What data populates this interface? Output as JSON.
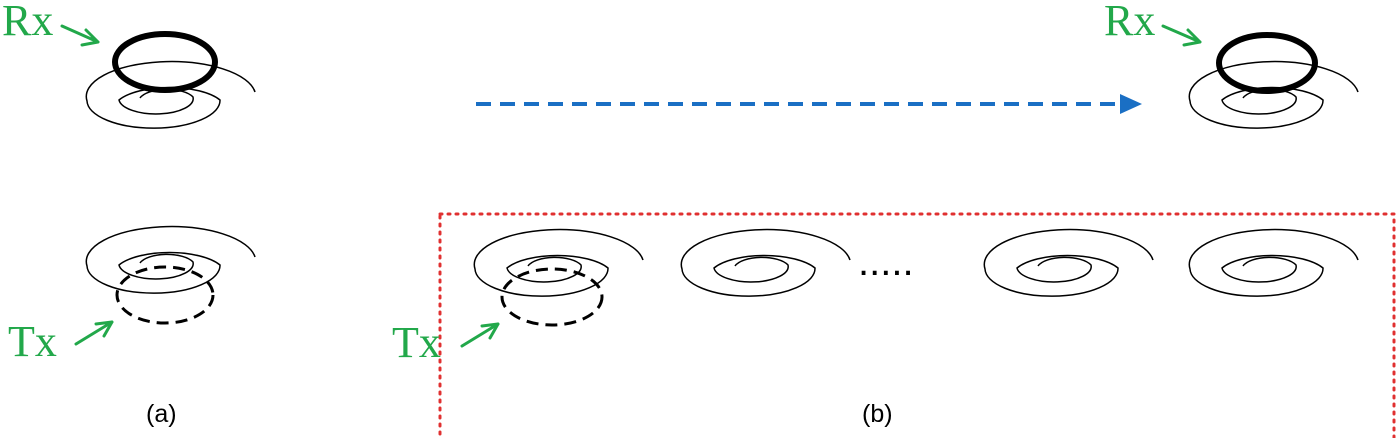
{
  "labels": {
    "rx": "Rx",
    "tx": "Tx",
    "panel_a": "(a)",
    "panel_b": "(b)",
    "ellipsis": "....."
  },
  "colors": {
    "label_green": "#22a84a",
    "arrow_blue": "#1a6fc4",
    "region_red": "#e03030",
    "coil_black": "#000000"
  },
  "icons": {
    "spiral": "spiral-coil-icon",
    "arrow": "arrow-icon"
  }
}
